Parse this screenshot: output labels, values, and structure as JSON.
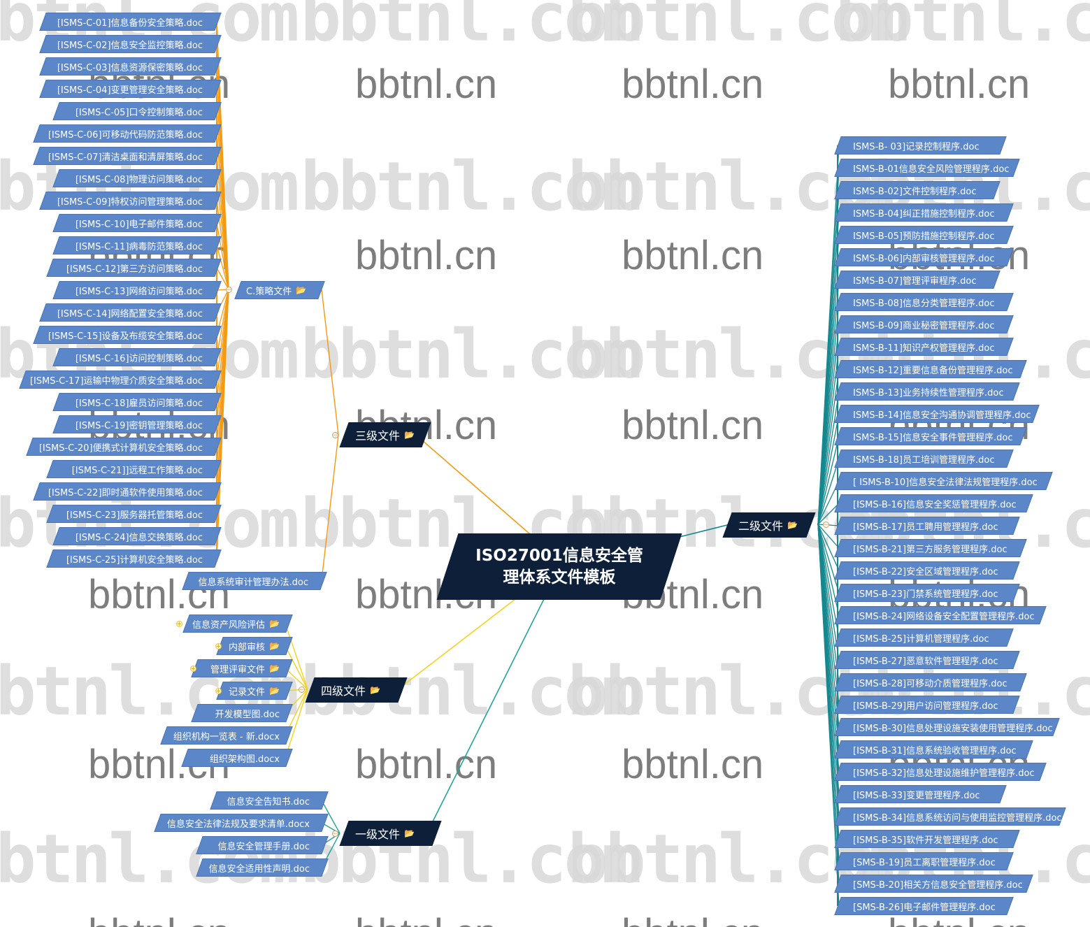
{
  "root": {
    "title": "ISO27001信息安全管理体系文件模板"
  },
  "watermark": {
    "big": "bbtnl.com",
    "small": "bbtnl.cn"
  },
  "colors": {
    "c_branch": "#f39a12",
    "b_branch": "#14888e",
    "level4": "#f5d21c",
    "level1": "#23a394",
    "node_dark": "#0e1f3a",
    "leaf_blue": "#5b87c9",
    "folder": "#f5c342"
  },
  "branches": {
    "level3": {
      "label": "三级文件",
      "icon": "folder-icon"
    },
    "policy": {
      "label": "C.策略文件",
      "icon": "folder-icon"
    },
    "level2": {
      "label": "二级文件",
      "icon": "folder-icon"
    },
    "level4": {
      "label": "四级文件",
      "icon": "folder-icon"
    },
    "level1": {
      "label": "一级文件",
      "icon": "folder-icon"
    }
  },
  "policy_files": [
    "[ISMS-C-01]信息备份安全策略.doc",
    "[ISMS-C-02]信息安全监控策略.doc",
    "[ISMS-C-03]信息资源保密策略.doc",
    "[ISMS-C-04]变更管理安全策略.doc",
    "[ISMS-C-05]口令控制策略.doc",
    "[ISMS-C-06]可移动代码防范策略.doc",
    "[ISMS-C-07]清洁桌面和清屏策略.doc",
    "[ISMS-C-08]物理访问策略.doc",
    "[ISMS-C-09]特权访问管理策略.doc",
    "[ISMS-C-10]电子邮件策略.doc",
    "[ISMS-C-11]病毒防范策略.doc",
    "[ISMS-C-12]第三方访问策略.doc",
    "[ISMS-C-13]网络访问策略.doc",
    "[ISMS-C-14]网络配置安全策略.doc",
    "[ISMS-C-15]设备及布缆安全策略.doc",
    "[ISMS-C-16]访问控制策略.doc",
    "[ISMS-C-17]运输中物理介质安全策略.doc",
    "[ISMS-C-18]雇员访问策略.doc",
    "[ISMS-C-19]密钥管理策略.doc",
    "[ISMS-C-20]便携式计算机安全策略.doc",
    "[ISMS-C-21]]远程工作策略.doc",
    "[ISMS-C-22]即时通软件使用策略.doc",
    "[ISMS-C-23]服务器托管策略.doc",
    "[ISMS-C-24]信息交换策略.doc",
    "[ISMS-C-25]计算机安全策略.doc"
  ],
  "level3_extra": "信息系统审计管理办法.doc",
  "level2_files": [
    "ISMS-B- 03]记录控制程序.doc",
    "ISMS-B-01信息安全风险管理程序.doc",
    "ISMS-B-02]文件控制程序.doc",
    "ISMS-B-04]纠正措施控制程序.doc",
    "ISMS-B-05]预防措施控制程序.doc",
    "ISMS-B-06]内部审核管理程序.doc",
    "ISMS-B-07]管理评审程序.doc",
    "ISMS-B-08]信息分类管理程序.doc",
    "ISMS-B-09]商业秘密管理程序.doc",
    "ISMS-B-11]知识产权管理程序.doc",
    "ISMS-B-12]重要信息备份管理程序.doc",
    "ISMS-B-13]业务持续性管理程序.doc",
    "ISMS-B-14]信息安全沟通协调管理程序.doc",
    "ISMS-B-15]信息安全事件管理程序.doc",
    "ISMS-B-18]员工培训管理程序.doc",
    "[ ISMS-B-10]信息安全法律法规管理程序.doc",
    "[ISMS-B-16]信息安全奖惩管理程序.doc",
    "[ISMS-B-17]员工聘用管理程序.doc",
    "[ISMS-B-21]第三方服务管理程序.doc",
    "[ISMS-B-22]安全区域管理程序.doc",
    "[ISMS-B-23]门禁系统管理程序.doc",
    "[ISMS-B-24]网络设备安全配置管理程序.doc",
    "[ISMS-B-25]计算机管理程序.doc",
    "[ISMS-B-27]恶意软件管理程序.doc",
    "[ISMS-B-28]可移动介质管理程序.doc",
    "[ISMS-B-29]用户访问管理程序.doc",
    "[ISMS-B-30]信息处理设施安装使用管理程序.doc",
    "[ISMS-B-31]信息系统验收管理程序.doc",
    "[ISMS-B-32]信息处理设施维护管理程序.doc",
    "[ISMS-B-33]变更管理程序.doc",
    "[ISMS-B-34]信息系统访问与使用监控管理程序.doc",
    "[ISMS-B-35]软件开发管理程序.doc",
    "[SMS-B-19]员工离职管理程序.doc",
    "[SMS-B-20]相关方信息安全管理程序.doc",
    "[SMS-B-26]电子邮件管理程序.doc"
  ],
  "level4_items": [
    {
      "label": "信息资产风险评估",
      "folder": true,
      "collapsed": true
    },
    {
      "label": "内部审核",
      "folder": true,
      "collapsed": true
    },
    {
      "label": "管理评审文件",
      "folder": true,
      "collapsed": true
    },
    {
      "label": "记录文件",
      "folder": true,
      "collapsed": true
    },
    {
      "label": "开发模型图.doc",
      "folder": false,
      "collapsed": false
    },
    {
      "label": "组织机构一览表 - 新.docx",
      "folder": false,
      "collapsed": false
    },
    {
      "label": "组织架构图.docx",
      "folder": false,
      "collapsed": false
    }
  ],
  "level1_files": [
    "信息安全告知书.doc",
    "信息安全法律法规及要求清单.docx",
    "信息安全管理手册.doc",
    "信息安全适用性声明.doc"
  ]
}
